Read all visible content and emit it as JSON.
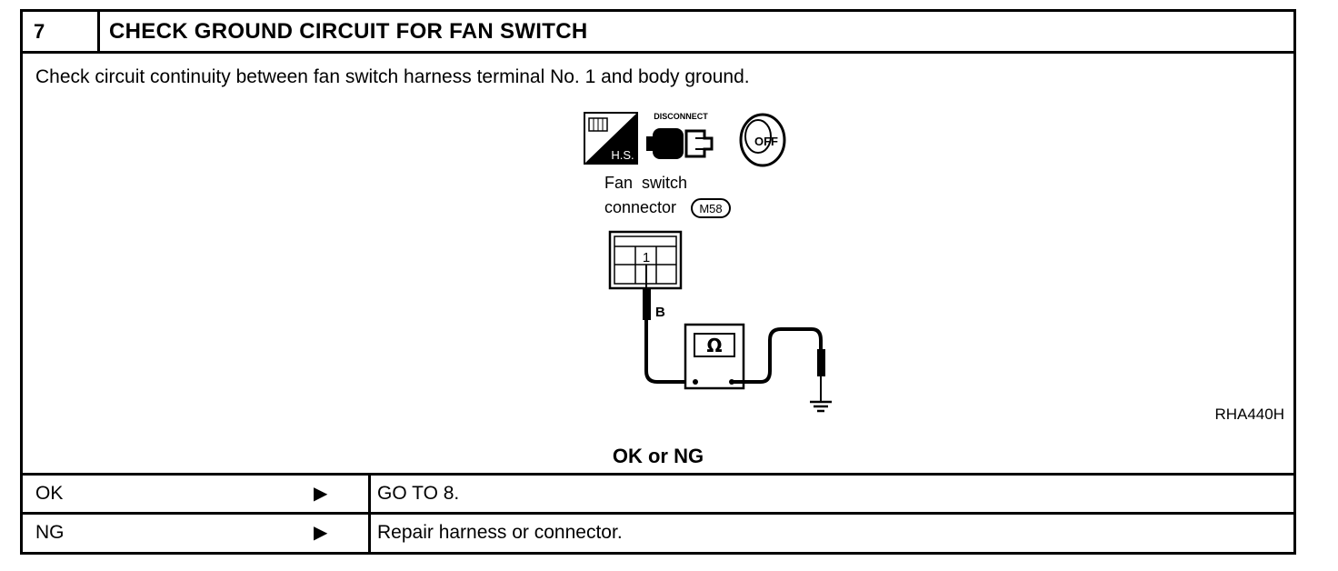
{
  "step": {
    "number": "7",
    "title": "CHECK GROUND CIRCUIT FOR FAN SWITCH"
  },
  "instruction": "Check circuit continuity between fan switch harness terminal No. 1 and body ground.",
  "diagram": {
    "hs_label": "H.S.",
    "disconnect_label": "DISCONNECT",
    "off_label": "OFF",
    "connector_label_line1": "Fan  switch",
    "connector_label_line2": "connector",
    "connector_id": "M58",
    "terminal_number": "1",
    "wire_color": "B",
    "meter_symbol": "Ω",
    "figure_id": "RHA440H"
  },
  "result_prompt": "OK or NG",
  "outcomes": [
    {
      "condition": "OK",
      "arrow": "▶",
      "action": "GO TO 8."
    },
    {
      "condition": "NG",
      "arrow": "▶",
      "action": "Repair harness or connector."
    }
  ]
}
